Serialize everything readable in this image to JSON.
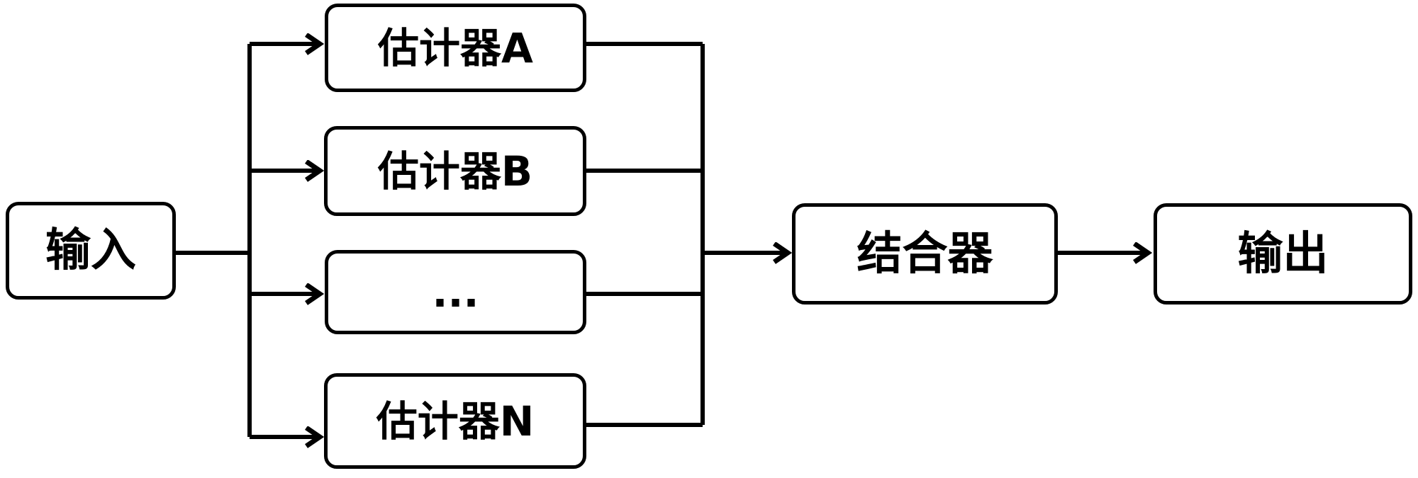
{
  "diagram": {
    "colors": {
      "background": "#ffffff",
      "line": "#000000",
      "node_fill": "#ffffff",
      "node_border": "#000000"
    },
    "nodes": {
      "input": {
        "label": "输入"
      },
      "estimator_a": {
        "label": "估计器A"
      },
      "estimator_b": {
        "label": "估计器B"
      },
      "estimator_more": {
        "label": "..."
      },
      "estimator_n": {
        "label": "估计器N"
      },
      "combiner": {
        "label": "结合器"
      },
      "output": {
        "label": "输出"
      }
    },
    "edges": [
      {
        "from": "input",
        "to": "estimator_a"
      },
      {
        "from": "input",
        "to": "estimator_b"
      },
      {
        "from": "input",
        "to": "estimator_more"
      },
      {
        "from": "input",
        "to": "estimator_n"
      },
      {
        "from": "estimator_a",
        "to": "combiner"
      },
      {
        "from": "estimator_b",
        "to": "combiner"
      },
      {
        "from": "estimator_more",
        "to": "combiner"
      },
      {
        "from": "estimator_n",
        "to": "combiner"
      },
      {
        "from": "combiner",
        "to": "output"
      }
    ]
  }
}
